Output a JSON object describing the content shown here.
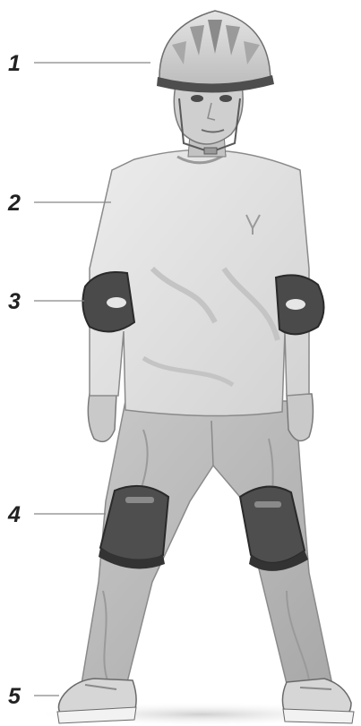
{
  "labels": [
    {
      "number": "1",
      "part": "helmet"
    },
    {
      "number": "2",
      "part": "long-sleeve-shirt"
    },
    {
      "number": "3",
      "part": "elbow-pad"
    },
    {
      "number": "4",
      "part": "knee-pad"
    },
    {
      "number": "5",
      "part": "shoe"
    }
  ],
  "colors": {
    "label_text": "#222222",
    "leader_line": "#888888",
    "pad": "#555555",
    "shirt": "#e2e2e2",
    "pants": "#bdbdbd",
    "skin": "#c9c9c9"
  }
}
